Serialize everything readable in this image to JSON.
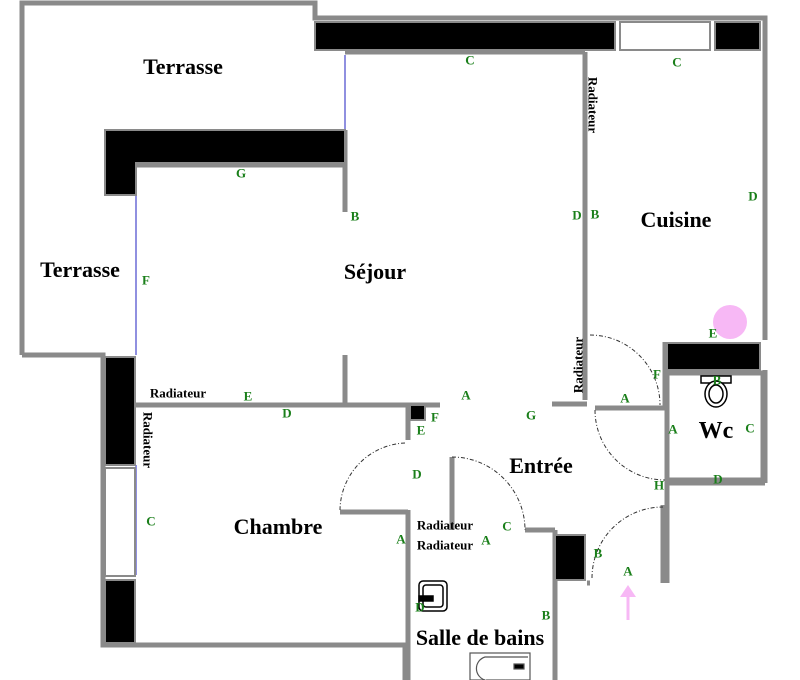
{
  "rooms": [
    "Terrasse",
    "Terrasse",
    "Séjour",
    "Cuisine",
    "Chambre",
    "Entrée",
    "Wc",
    "Salle de bains"
  ],
  "markers": [
    "C",
    "C",
    "G",
    "B",
    "D",
    "B",
    "D",
    "F",
    "E",
    "E",
    "D",
    "A",
    "G",
    "F",
    "A",
    "B",
    "A",
    "C",
    "E",
    "F",
    "D",
    "H",
    "D",
    "C",
    "A",
    "C",
    "A",
    "B",
    "A",
    "D",
    "B"
  ],
  "radiators": [
    "Radiateur",
    "Radiateur",
    "Radiateur",
    "Radiateur",
    "Radiateur",
    "Radiateur"
  ],
  "colors": {
    "wall": "#a8a8a8",
    "wall_edge": "#555555",
    "window": "#6b6bd6",
    "marker": "#1a7f1a",
    "highlight": "#f7b8f5"
  },
  "icons": [
    "toilet-icon",
    "sink-icon",
    "bathtub-icon",
    "entrance-arrow-icon",
    "pink-circle-marker"
  ]
}
